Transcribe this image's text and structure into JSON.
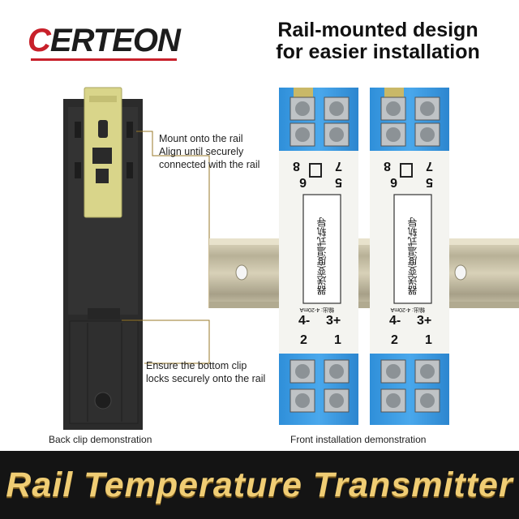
{
  "brand": {
    "name_red": "C",
    "name_black": "ERTEON"
  },
  "headline": {
    "line1": "Rail-mounted design",
    "line2": "for easier installation"
  },
  "notes": {
    "mount": [
      "Mount onto the rail",
      "Align until securely",
      "connected with the rail"
    ],
    "clip": [
      "Ensure the bottom clip",
      "locks securely onto the rail"
    ]
  },
  "captions": {
    "back": "Back clip demonstration",
    "front": "Front installation demonstration"
  },
  "banner": {
    "title": "Rail Temperature Transmitter"
  },
  "module": {
    "terminal_top_left": "8",
    "terminal_top_right": "7",
    "terminal_mid_left": "6",
    "terminal_mid_right": "5",
    "terminal_low_left": "4-",
    "terminal_low_right": "3+",
    "terminal_bottom_left": "2",
    "terminal_bottom_right": "1",
    "label_vertical": "器送变度温式轨导",
    "output_text": "输出: 4-20mA"
  },
  "colors": {
    "module_blue": "#3d9ee6",
    "rail_silver": "#c9c2a8",
    "clip_yellow": "#d9d58a",
    "banner_gold": "#f0cd74",
    "accent_red": "#c8202a"
  }
}
